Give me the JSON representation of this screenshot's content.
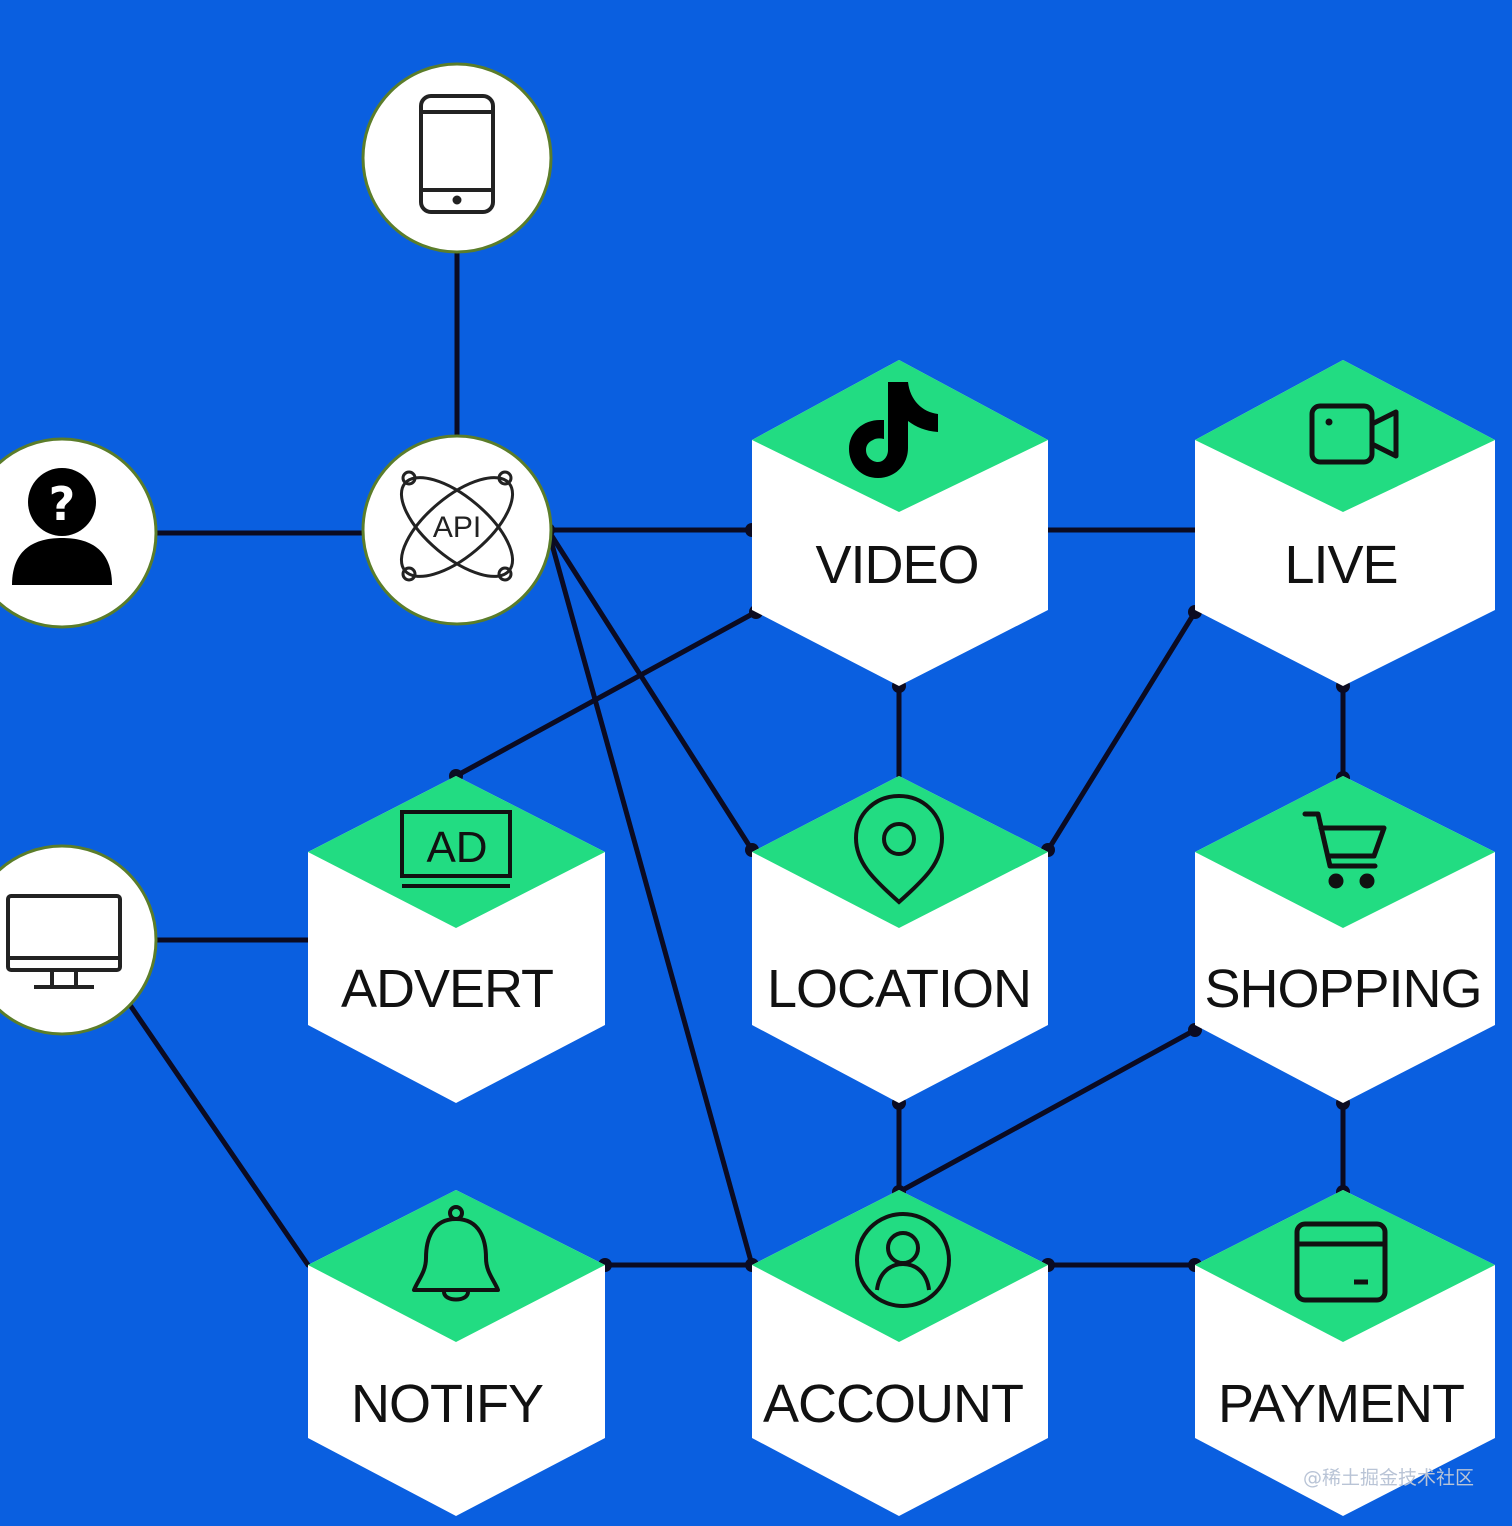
{
  "colors": {
    "background": "#0a5fe0",
    "hex_top": "#22dc82",
    "hex_body": "#ffffff",
    "edge": "#0b0b22"
  },
  "nodes": {
    "video": {
      "label": "VIDEO",
      "icon": "tiktok-icon"
    },
    "live": {
      "label": "LIVE",
      "icon": "video-camera-icon"
    },
    "advert": {
      "label": "ADVERT",
      "icon": "ad-monitor-icon",
      "icon_text": "AD"
    },
    "location": {
      "label": "LOCATION",
      "icon": "map-pin-icon"
    },
    "shopping": {
      "label": "SHOPPING",
      "icon": "shopping-cart-icon"
    },
    "notify": {
      "label": "NOTIFY",
      "icon": "bell-icon"
    },
    "account": {
      "label": "ACCOUNT",
      "icon": "user-icon"
    },
    "payment": {
      "label": "PAYMENT",
      "icon": "wallet-icon"
    }
  },
  "clients": {
    "mobile": {
      "icon": "phone-icon"
    },
    "user": {
      "icon": "unknown-user-icon"
    },
    "desktop": {
      "icon": "monitor-icon"
    },
    "gateway": {
      "icon": "api-icon",
      "text": "API"
    }
  },
  "watermark": "@稀土掘金技术社区"
}
